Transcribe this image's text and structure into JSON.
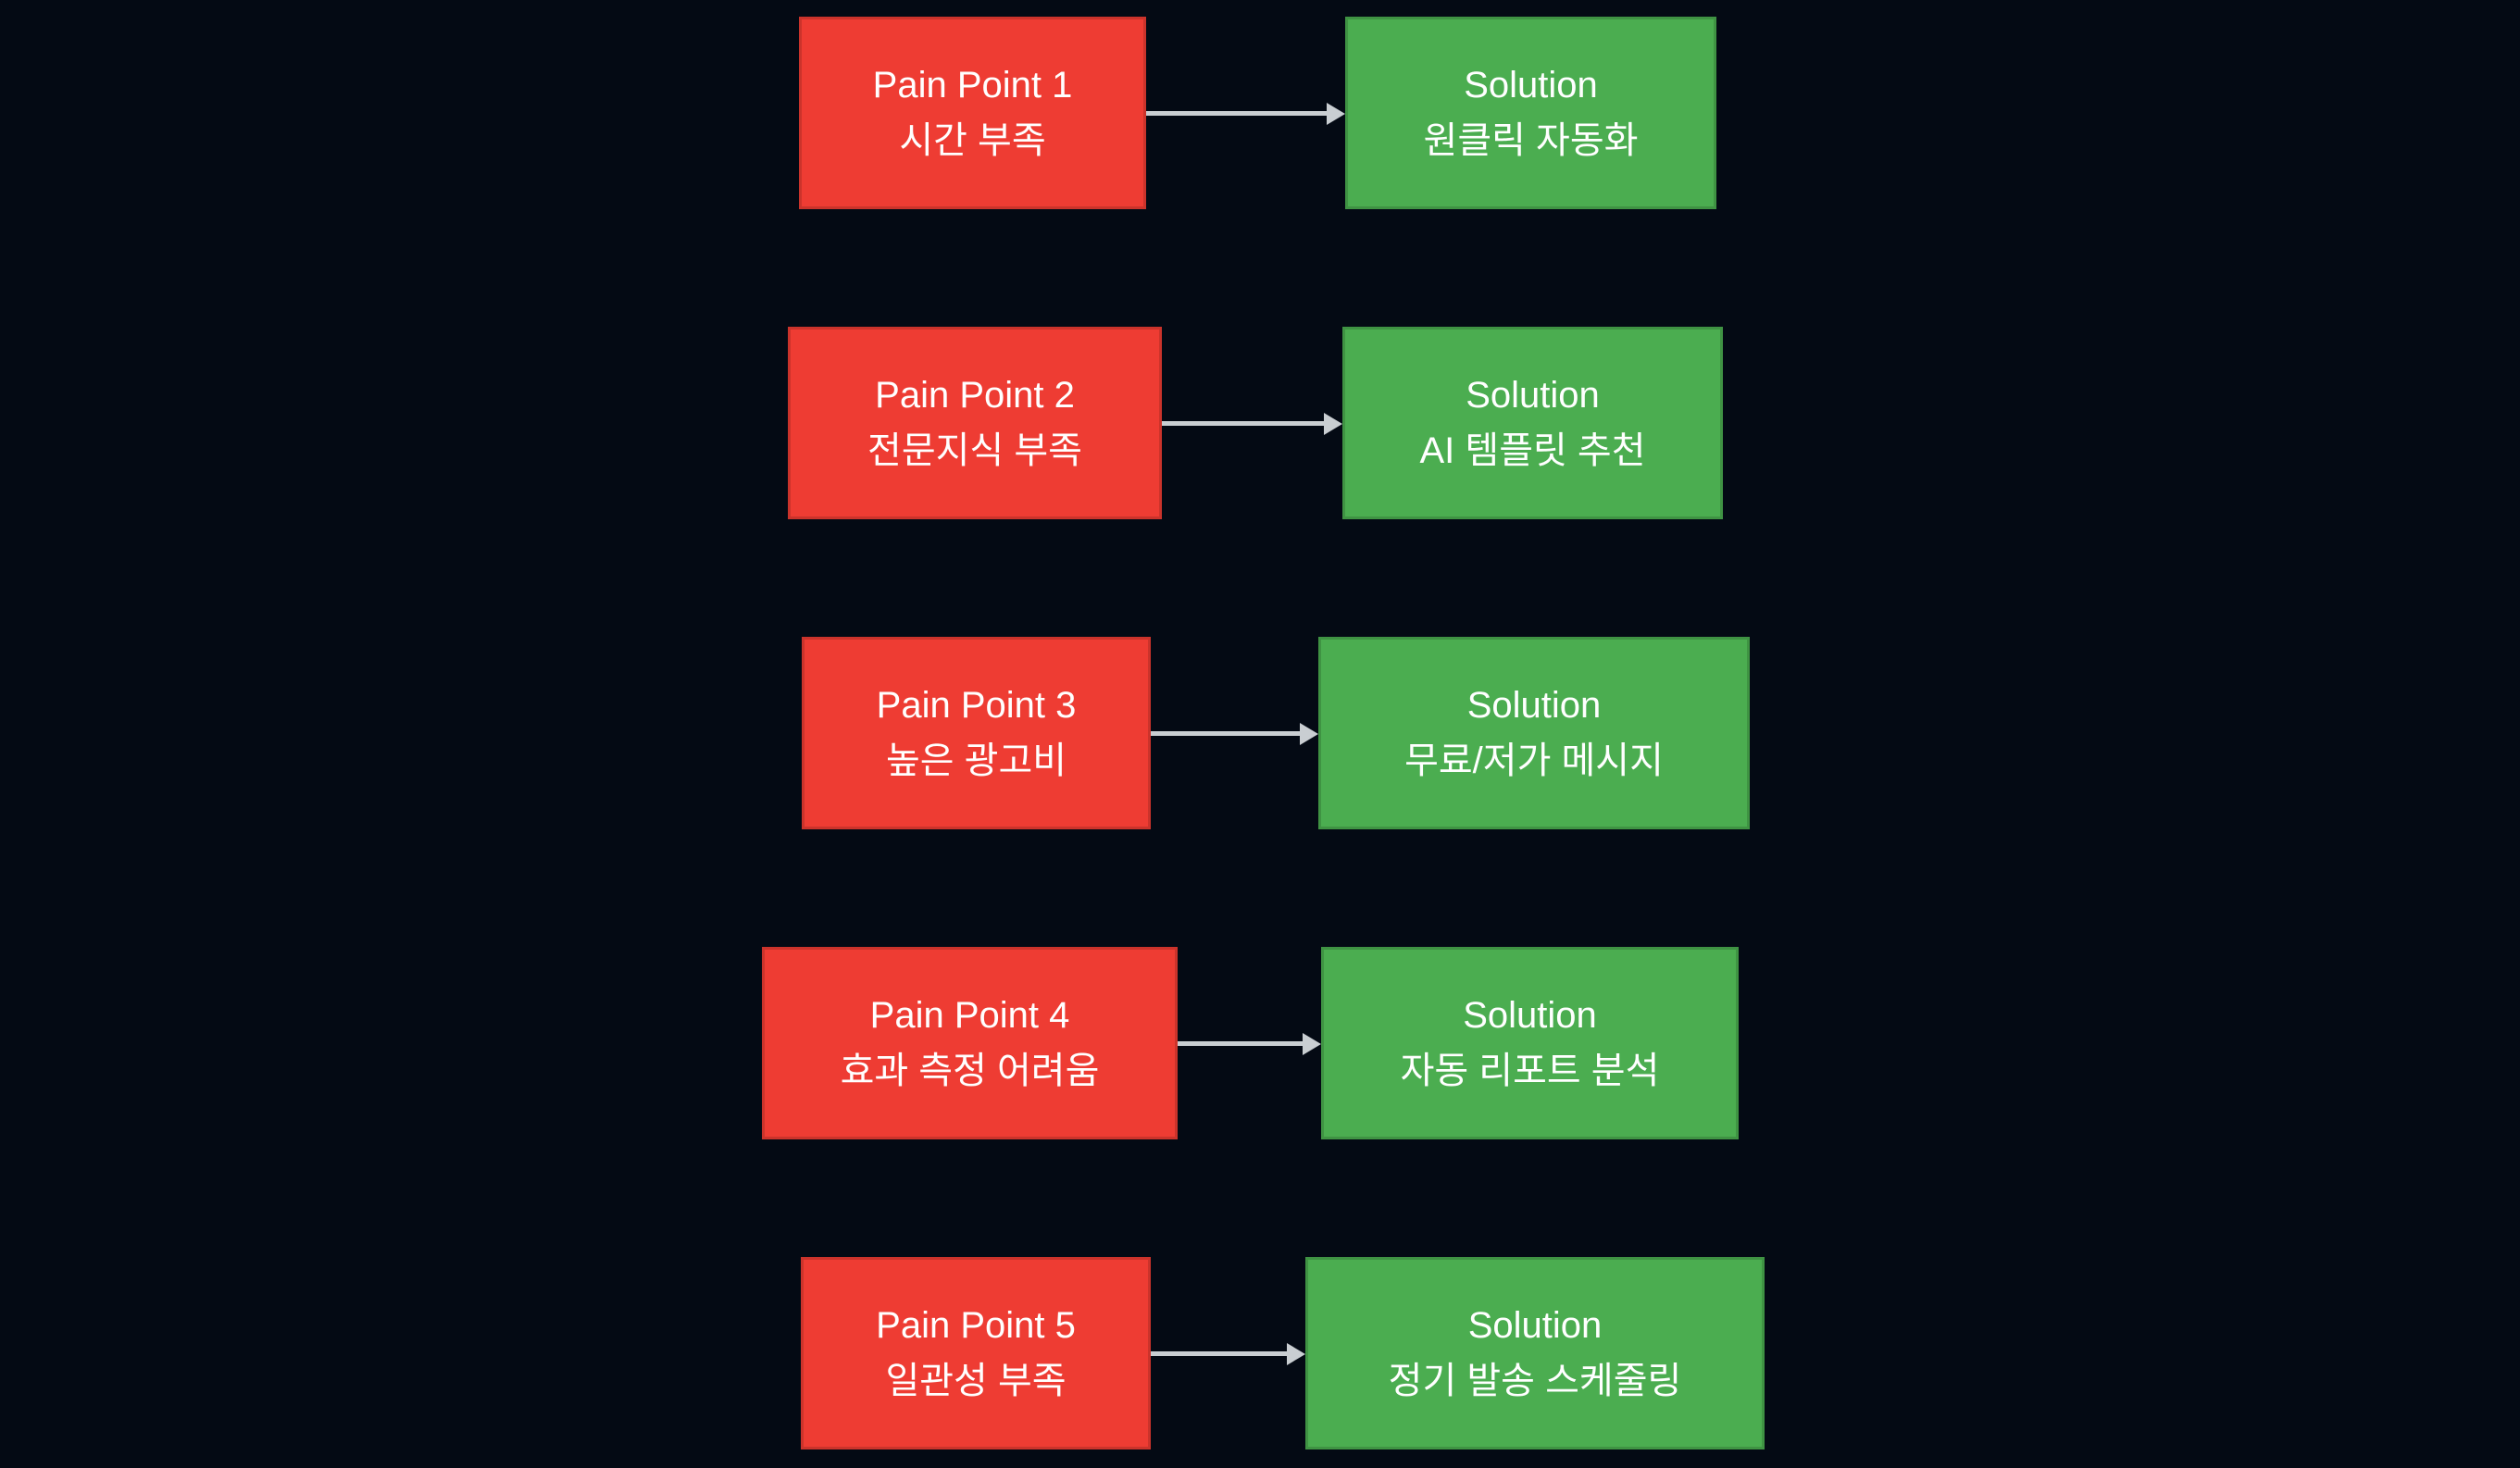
{
  "colors": {
    "background": "#040a14",
    "pain_fill": "#ee3c33",
    "pain_border": "#cb332b",
    "solution_fill": "#4bad50",
    "solution_border": "#3f9343",
    "arrow": "#c9ced2",
    "text": "#ffffff"
  },
  "diagram": {
    "rows": [
      {
        "pain": {
          "title": "Pain Point 1",
          "subtitle": "시간 부족"
        },
        "solution": {
          "title": "Solution",
          "subtitle": "원클릭 자동화"
        }
      },
      {
        "pain": {
          "title": "Pain Point 2",
          "subtitle": "전문지식 부족"
        },
        "solution": {
          "title": "Solution",
          "subtitle": "AI 템플릿 추천"
        }
      },
      {
        "pain": {
          "title": "Pain Point 3",
          "subtitle": "높은 광고비"
        },
        "solution": {
          "title": "Solution",
          "subtitle": "무료/저가 메시지"
        }
      },
      {
        "pain": {
          "title": "Pain Point 4",
          "subtitle": "효과 측정 어려움"
        },
        "solution": {
          "title": "Solution",
          "subtitle": "자동 리포트 분석"
        }
      },
      {
        "pain": {
          "title": "Pain Point 5",
          "subtitle": "일관성 부족"
        },
        "solution": {
          "title": "Solution",
          "subtitle": "정기 발송 스케줄링"
        }
      }
    ]
  }
}
